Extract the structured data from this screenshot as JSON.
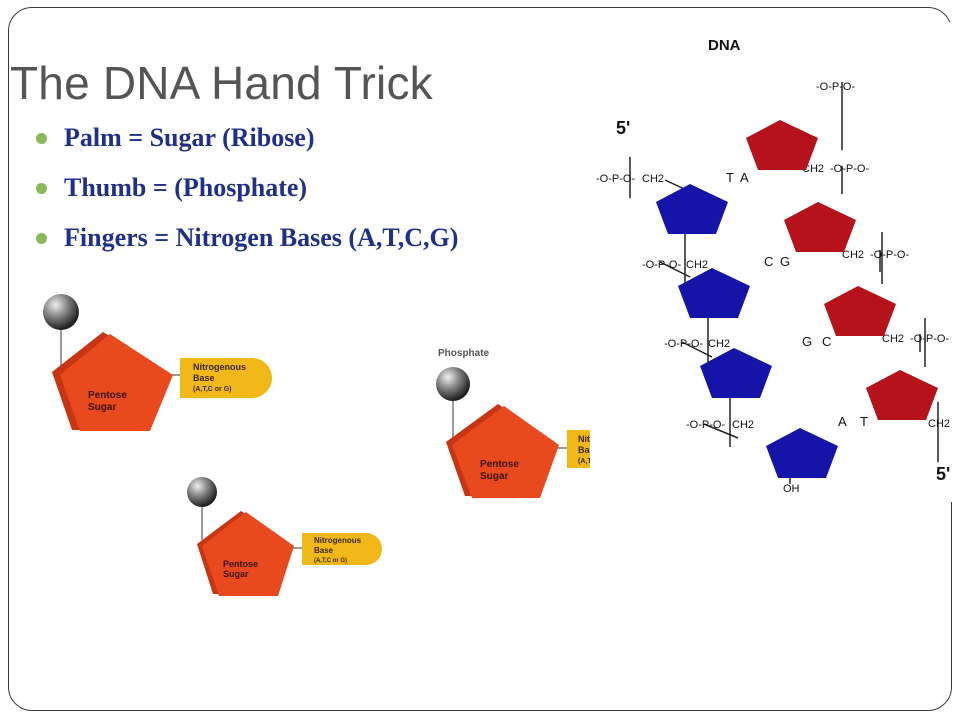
{
  "slide": {
    "title": "The DNA Hand Trick",
    "bullets": [
      "Palm = Sugar (Ribose)",
      "Thumb = (Phosphate)",
      "Fingers = Nitrogen Bases (A,T,C,G)"
    ]
  },
  "nucleotide": {
    "sugar_line1": "Pentose",
    "sugar_line2": "Sugar",
    "base_line1": "Nitrogenous",
    "base_line2": "Base",
    "base_line3": "(A,T,C or G)",
    "phosphate_label": "Phosphate"
  },
  "dna_diagram": {
    "title": "DNA",
    "five_prime_top": "5'",
    "five_prime_bottom": "5'",
    "left_strand_bases": [
      "T",
      "C",
      "G",
      "A"
    ],
    "right_strand_bases": [
      "A",
      "G",
      "C",
      "T"
    ],
    "phosphate_group": "-O-P-O-",
    "ch2_label": "CH2",
    "oh_label": "OH"
  },
  "colors": {
    "sugar_red": "#e84a1e",
    "sugar_shade": "#c73612",
    "base_yellow": "#f2b81a",
    "dna_red": "#b5121b",
    "dna_blue": "#1414a8",
    "title_gray": "#555555",
    "bullet_text": "#1f2f8c",
    "bullet_green": "#8ab85a"
  }
}
